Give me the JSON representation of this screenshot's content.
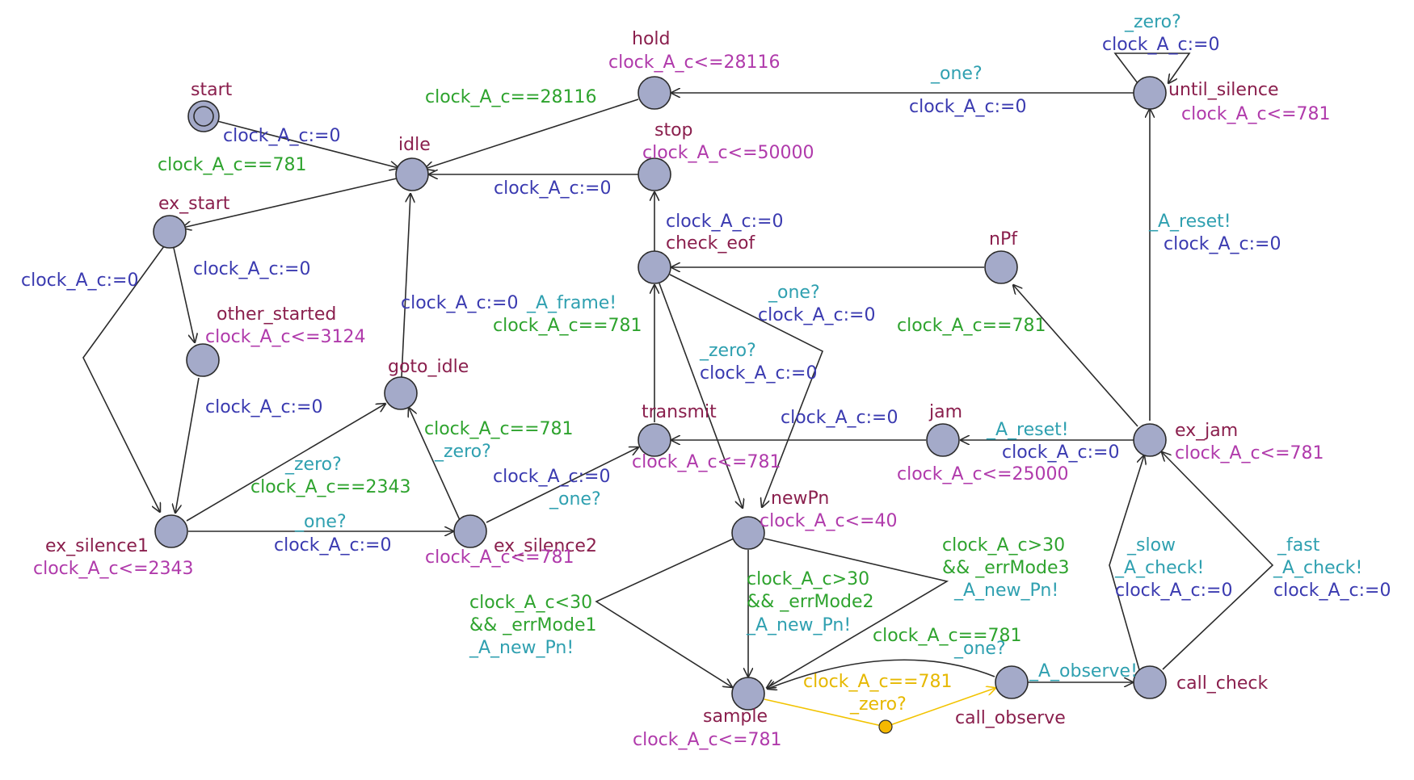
{
  "colors": {
    "location_name": "#8a1f4d",
    "invariant": "#b03aab",
    "guard": "#2ea32e",
    "update": "#3a3ab0",
    "sync": "#2fa0b0",
    "node_fill": "#a4aac9",
    "edge": "#2b2b2b",
    "highlight_edge": "#f2c300"
  },
  "locations": {
    "start": {
      "name": "start"
    },
    "idle": {
      "name": "idle"
    },
    "hold": {
      "name": "hold",
      "invariant": "clock_A_c<=28116"
    },
    "until_silence": {
      "name": "until_silence",
      "invariant": "clock_A_c<=781"
    },
    "stop": {
      "name": "stop",
      "invariant": "clock_A_c<=50000"
    },
    "ex_start": {
      "name": "ex_start"
    },
    "check_eof": {
      "name": "check_eof"
    },
    "nPf": {
      "name": "nPf"
    },
    "other_started": {
      "name": "other_started",
      "invariant": "clock_A_c<=3124"
    },
    "goto_idle": {
      "name": "goto_idle"
    },
    "transmit": {
      "name": "transmit",
      "invariant": "clock_A_c<=781"
    },
    "jam": {
      "name": "jam",
      "invariant": "clock_A_c<=25000"
    },
    "ex_jam": {
      "name": "ex_jam",
      "invariant": "clock_A_c<=781"
    },
    "newPn": {
      "name": "newPn",
      "invariant": "clock_A_c<=40"
    },
    "ex_silence1": {
      "name": "ex_silence1",
      "invariant": "clock_A_c<=2343"
    },
    "ex_silence2": {
      "name": "ex_silence2",
      "invariant": "clock_A_c<=781"
    },
    "sample": {
      "name": "sample",
      "invariant": "clock_A_c<=781"
    },
    "call_observe": {
      "name": "call_observe"
    },
    "call_check": {
      "name": "call_check"
    }
  },
  "edges": {
    "until_silence_self": {
      "sync": "_zero?",
      "update": "clock_A_c:=0"
    },
    "until_silence_hold": {
      "sync": "_one?",
      "update": "clock_A_c:=0"
    },
    "hold_idle": {
      "guard": "clock_A_c==28116"
    },
    "start_idle": {
      "update": "clock_A_c:=0"
    },
    "idle_ex_start": {
      "guard": "clock_A_c==781"
    },
    "stop_idle": {
      "update": "clock_A_c:=0"
    },
    "check_eof_stop": {
      "update": "clock_A_c:=0"
    },
    "ex_jam_until_silence": {
      "sync": "_A_reset!",
      "update": "clock_A_c:=0"
    },
    "ex_start_ex_silence1": {
      "update": "clock_A_c:=0"
    },
    "ex_start_other_started": {
      "update": "clock_A_c:=0"
    },
    "goto_idle_idle": {
      "update": "clock_A_c:=0"
    },
    "transmit_check_eof": {
      "sync": "_A_frame!",
      "guard": "clock_A_c==781"
    },
    "check_eof_newPn_one": {
      "sync": "_one?",
      "update": "clock_A_c:=0"
    },
    "check_eof_newPn_zero": {
      "sync": "_zero?",
      "update": "clock_A_c:=0"
    },
    "ex_jam_nPf": {
      "guard": "clock_A_c==781"
    },
    "other_started_ex_silence1": {
      "update": "clock_A_c:=0"
    },
    "jam_transmit": {
      "update": "clock_A_c:=0"
    },
    "ex_jam_jam": {
      "sync": "_A_reset!",
      "update": "clock_A_c:=0"
    },
    "ex_silence2_goto_idle": {
      "guard": "clock_A_c==781",
      "sync": "_zero?"
    },
    "ex_silence1_goto_idle": {
      "sync": "_zero?",
      "guard": "clock_A_c==2343"
    },
    "ex_silence2_transmit": {
      "update": "clock_A_c:=0",
      "sync": "_one?"
    },
    "ex_silence1_ex_silence2": {
      "sync": "_one?",
      "update": "clock_A_c:=0"
    },
    "newPn_sample_err1": {
      "guard": [
        "clock_A_c<30",
        "&& _errMode1"
      ],
      "sync": "_A_new_Pn!"
    },
    "newPn_sample_err2": {
      "guard": [
        "clock_A_c>30",
        "&& _errMode2"
      ],
      "sync": "_A_new_Pn!"
    },
    "newPn_sample_err3": {
      "guard": [
        "clock_A_c>30",
        "&& _errMode3"
      ],
      "sync": "_A_new_Pn!"
    },
    "call_observe_sample": {
      "guard": "clock_A_c==781",
      "sync": "_one?"
    },
    "sample_call_observe": {
      "guard": "clock_A_c==781",
      "sync": "_zero?"
    },
    "call_observe_call_check": {
      "sync": "_A_observe!"
    },
    "call_check_ex_jam_slow": {
      "sync": [
        "_slow",
        "_A_check!"
      ],
      "update": "clock_A_c:=0"
    },
    "call_check_ex_jam_fast": {
      "sync": [
        "_fast",
        "_A_check!"
      ],
      "update": "clock_A_c:=0"
    }
  }
}
